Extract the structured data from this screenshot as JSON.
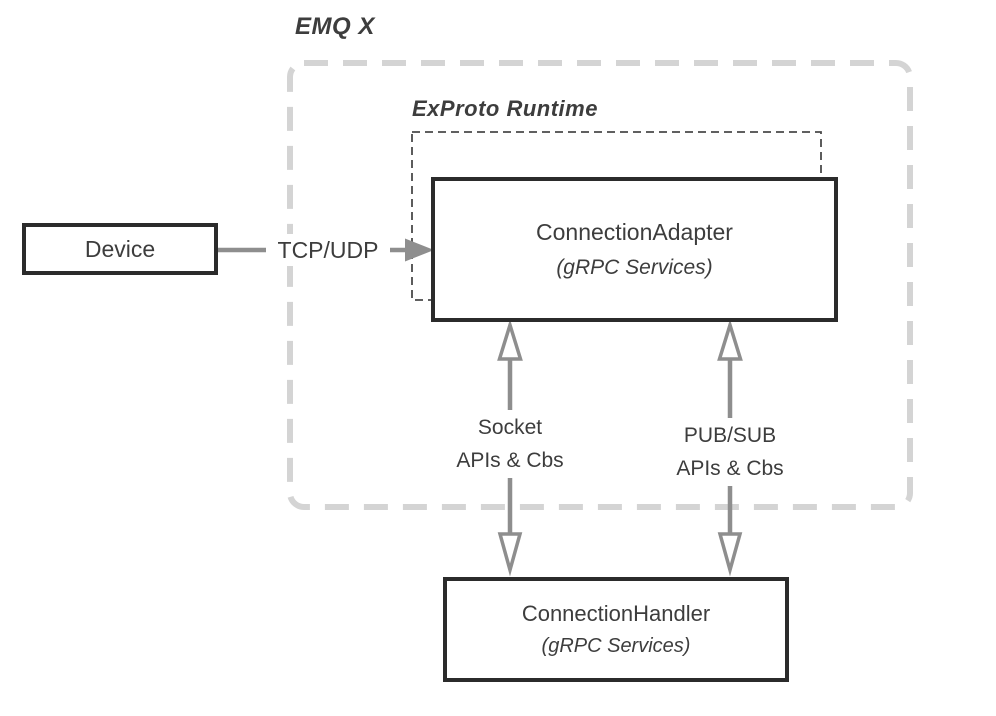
{
  "diagram": {
    "emqx_group_label": "EMQ X",
    "exproto_group_label": "ExProto Runtime",
    "nodes": {
      "device": {
        "label": "Device"
      },
      "connection_adapter": {
        "title": "ConnectionAdapter",
        "subtitle": "(gRPC Services)"
      },
      "connection_handler": {
        "title": "ConnectionHandler",
        "subtitle": "(gRPC Services)"
      }
    },
    "edges": {
      "tcp_udp": {
        "label": "TCP/UDP"
      },
      "socket": {
        "line1": "Socket",
        "line2": "APIs & Cbs"
      },
      "pubsub": {
        "line1": "PUB/SUB",
        "line2": "APIs & Cbs"
      }
    },
    "colors": {
      "box_border": "#2b2b2b",
      "text": "#3d3d3d",
      "arrow": "#8e8e8e",
      "outer_dash": "#d4d4d4",
      "inner_dash": "#4a4a4a",
      "background": "#ffffff"
    }
  }
}
